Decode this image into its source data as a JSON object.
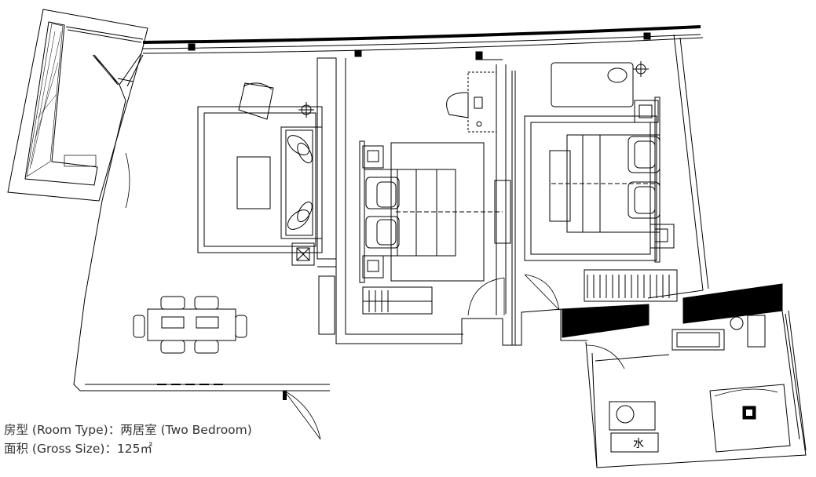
{
  "caption": {
    "room_type": "房型 (Room Type)：两居室 (Two Bedroom)",
    "gross_size": "面积 (Gross Size)：125㎡"
  },
  "bath_label": "水",
  "colors": {
    "line": "#000000",
    "wall_fill": "#000000",
    "background": "#ffffff",
    "caption_text": "#333333"
  }
}
